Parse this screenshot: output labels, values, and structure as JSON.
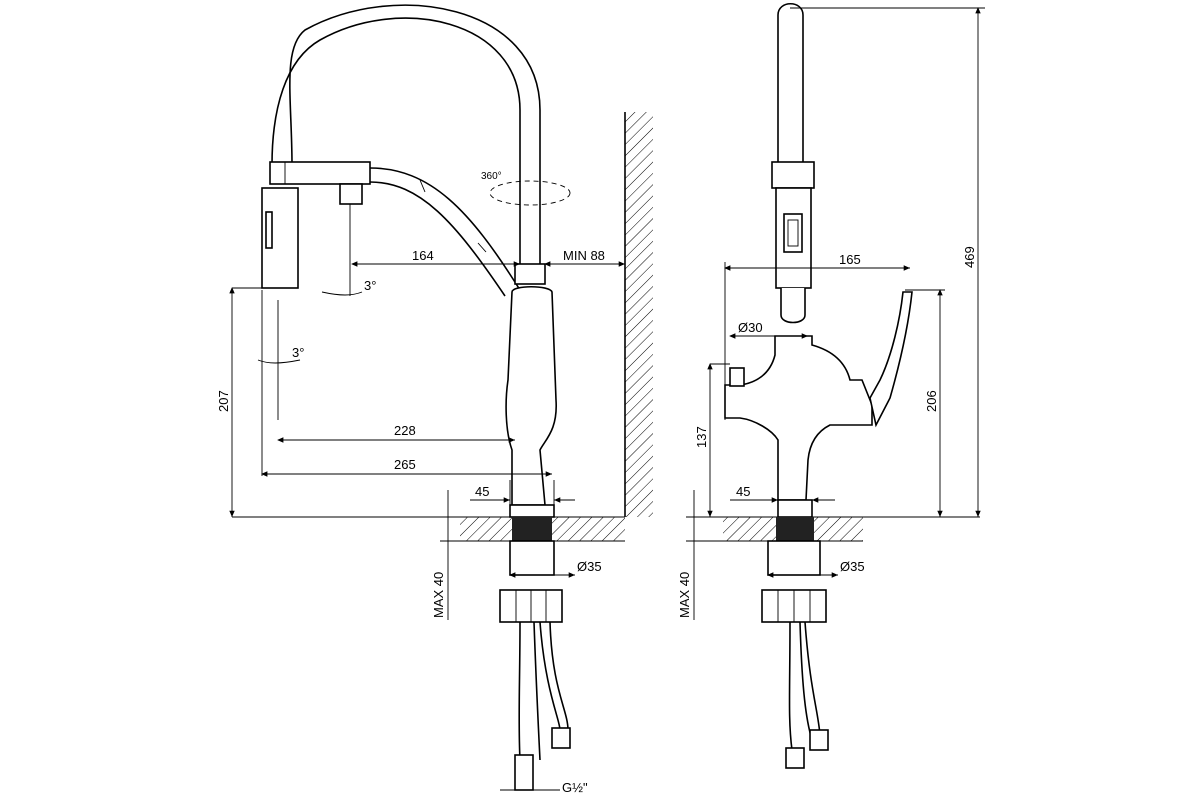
{
  "drawing": {
    "front": {
      "swivel": "360°",
      "spray_tilt": "3°",
      "handle_tilt": "3°",
      "reach_inner": "164",
      "wall_clearance": "MIN 88",
      "height_207": "207",
      "reach_228": "228",
      "reach_265": "265",
      "base_45": "45",
      "deck_max": "MAX 40",
      "thread_35": "Ø35",
      "connector": "G½\""
    },
    "side": {
      "width_165": "165",
      "diameter_30": "Ø30",
      "height_137": "137",
      "height_206": "206",
      "total_469": "469",
      "base_45": "45",
      "deck_max": "MAX 40",
      "thread_35": "Ø35"
    }
  }
}
